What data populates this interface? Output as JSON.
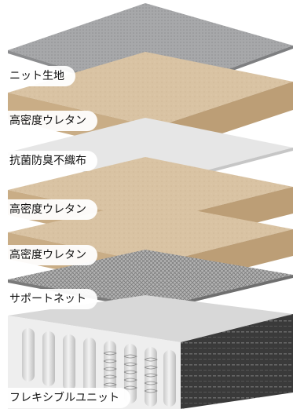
{
  "layers": [
    {
      "id": "knit",
      "label": "ニット生地"
    },
    {
      "id": "urethane1",
      "label": "高密度ウレタン"
    },
    {
      "id": "antibac",
      "label": "抗菌防臭不織布"
    },
    {
      "id": "urethane2",
      "label": "高密度ウレタン"
    },
    {
      "id": "urethane3",
      "label": "高密度ウレタン"
    },
    {
      "id": "net",
      "label": "サポートネット"
    },
    {
      "id": "spring",
      "label": "フレキシブルユニット"
    }
  ],
  "colors": {
    "knit": "#a7a8aa",
    "urethane": "#d9c3a3",
    "urethane_side": "#c9ad86",
    "nonwoven": "#e4e4e4",
    "net": "#9a9a9a",
    "spring_side": "#3a3a3a"
  }
}
